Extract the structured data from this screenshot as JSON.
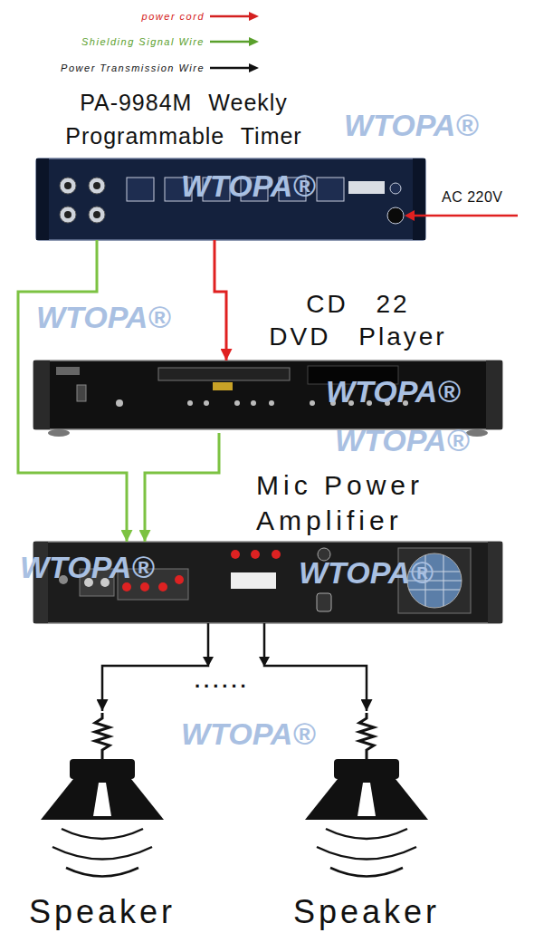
{
  "diagram": {
    "nodes": [
      {
        "text": [
          "PA-9984M Weekly Programmable Timer"
        ]
      },
      {
        "text": [
          "CD 22 DVD Player"
        ]
      },
      {
        "text": [
          "Mic Power Amplifier"
        ]
      },
      {
        "text": [
          "Speaker"
        ]
      },
      {
        "text": [
          "Speaker"
        ]
      }
    ],
    "edges": [
      {
        "from": 0,
        "to": 1,
        "arrow": "to"
      },
      {
        "from": 0,
        "to": 2,
        "arrow": "to"
      },
      {
        "from": 1,
        "to": 2,
        "arrow": "to"
      },
      {
        "from": 2,
        "to": 3,
        "arrow": "to"
      },
      {
        "from": 2,
        "to": 4,
        "arrow": "to"
      }
    ],
    "labels": [
      "WTOPA®",
      "AC 220V",
      "WTOPA®",
      "WTOPA®",
      "WTOPA®",
      "WTOPA®",
      "WTOPA®",
      "WTOPA®",
      "......",
      "WTOPA®"
    ],
    "legend": [
      {
        "text": "power cord"
      },
      {
        "text": "Shielding Signal Wire"
      },
      {
        "text": "Power Transmission Wire"
      }
    ]
  }
}
